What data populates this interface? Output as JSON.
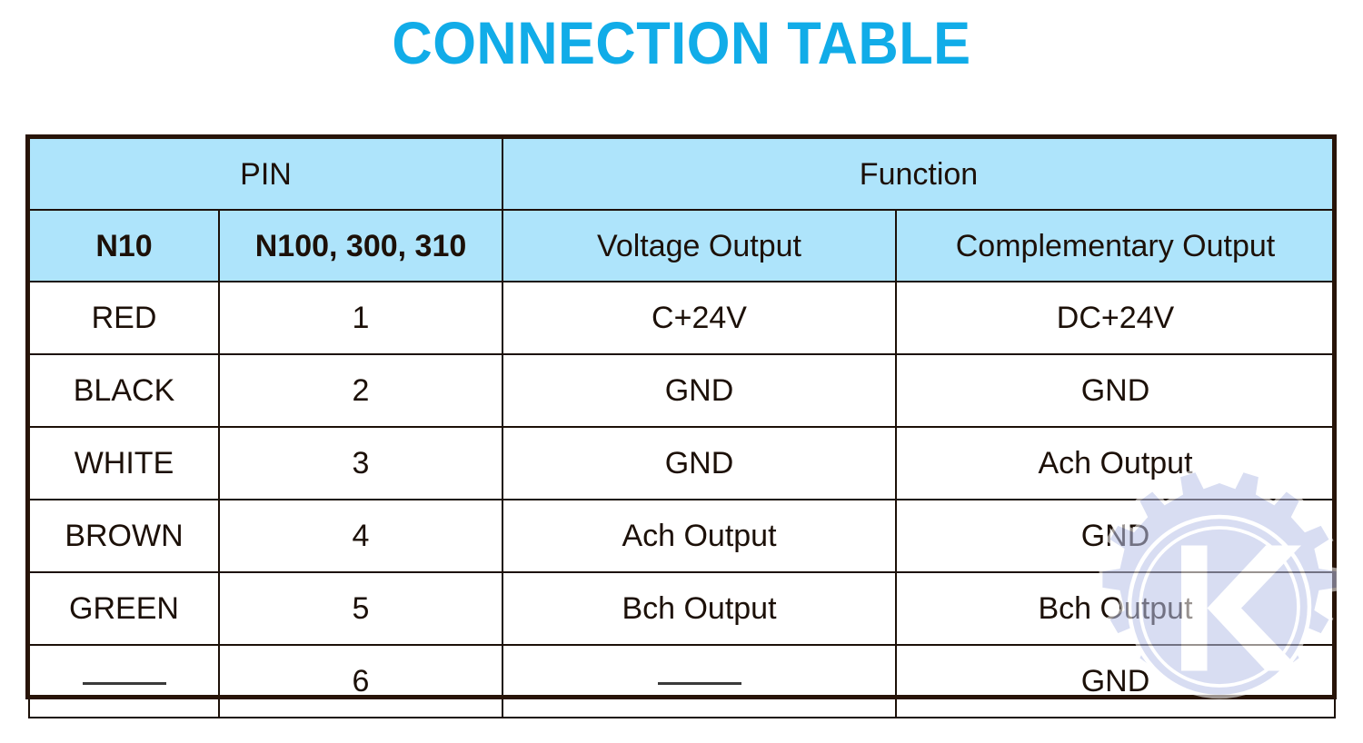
{
  "document": {
    "title": "CONNECTION TABLE",
    "title_color": "#11ACE8",
    "header_fill": "#AEE4FB",
    "border_color": "#281408",
    "body_text_color": "#1C1008"
  },
  "watermark": {
    "name": "gear-k-logo-watermark",
    "letter": "K",
    "color": "#B9C2E8"
  },
  "table": {
    "group_headers": [
      {
        "label": "PIN",
        "span": 2,
        "style": "cyan"
      },
      {
        "label": "Function",
        "span": 2,
        "style": "cyan"
      }
    ],
    "column_headers": [
      {
        "label": "N10",
        "style": "dark"
      },
      {
        "label": "N100, 300, 310",
        "style": "dark"
      },
      {
        "label": "Voltage Output",
        "style": "cyan"
      },
      {
        "label": "Complementary Output",
        "style": "cyan"
      }
    ],
    "rows": [
      {
        "n10": "RED",
        "pin": "1",
        "voltage_output": "C+24V",
        "complementary_output": "DC+24V"
      },
      {
        "n10": "BLACK",
        "pin": "2",
        "voltage_output": "GND",
        "complementary_output": "GND"
      },
      {
        "n10": "WHITE",
        "pin": "3",
        "voltage_output": "GND",
        "complementary_output": "Ach Output"
      },
      {
        "n10": "BROWN",
        "pin": "4",
        "voltage_output": "Ach Output",
        "complementary_output": "GND"
      },
      {
        "n10": "GREEN",
        "pin": "5",
        "voltage_output": "Bch Output",
        "complementary_output": "Bch Output"
      },
      {
        "n10": "",
        "pin": "6",
        "voltage_output": "",
        "complementary_output": "GND"
      }
    ]
  }
}
